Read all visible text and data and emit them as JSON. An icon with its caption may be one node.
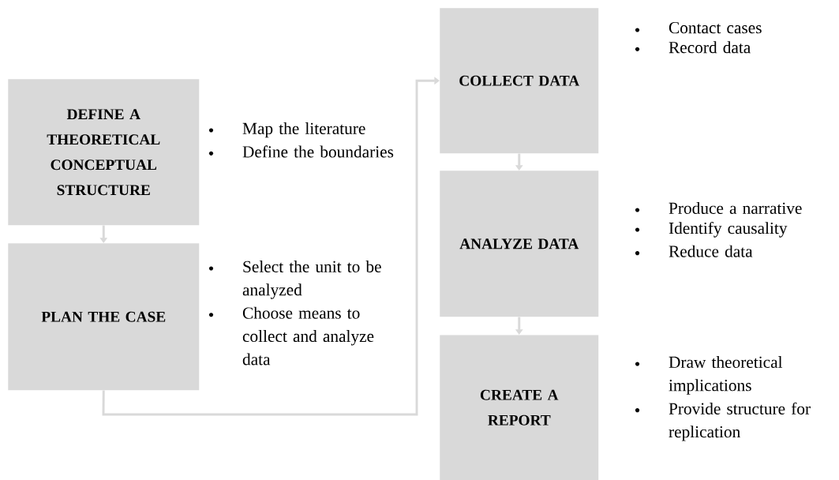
{
  "diagram": {
    "nodes": [
      {
        "text": [
          "DEFINE A THEORETICAL CONCEPTUAL STRUCTURE"
        ],
        "beside": [
          "Map the literature",
          "Define the boundaries"
        ]
      },
      {
        "text": [
          "PLAN THE CASE"
        ],
        "beside": [
          "Select the unit to be analyzed",
          "Choose means to collect and analyze data"
        ]
      },
      {
        "text": [
          "COLLECT DATA"
        ],
        "beside": [
          "Contact cases",
          "Record data"
        ]
      },
      {
        "text": [
          "ANALYZE DATA"
        ],
        "beside": [
          "Produce a narrative",
          "Identify causality",
          "Reduce data"
        ]
      },
      {
        "text": [
          "CREATE A REPORT"
        ],
        "beside": [
          "Draw theoretical implications",
          "Provide structure for replication"
        ]
      }
    ],
    "edges": [
      {
        "from": 0,
        "to": 1,
        "arrow": "to"
      },
      {
        "from": 1,
        "to": 2,
        "arrow": "to"
      },
      {
        "from": 2,
        "to": 3,
        "arrow": "to"
      },
      {
        "from": 3,
        "to": 4,
        "arrow": "to"
      }
    ]
  }
}
